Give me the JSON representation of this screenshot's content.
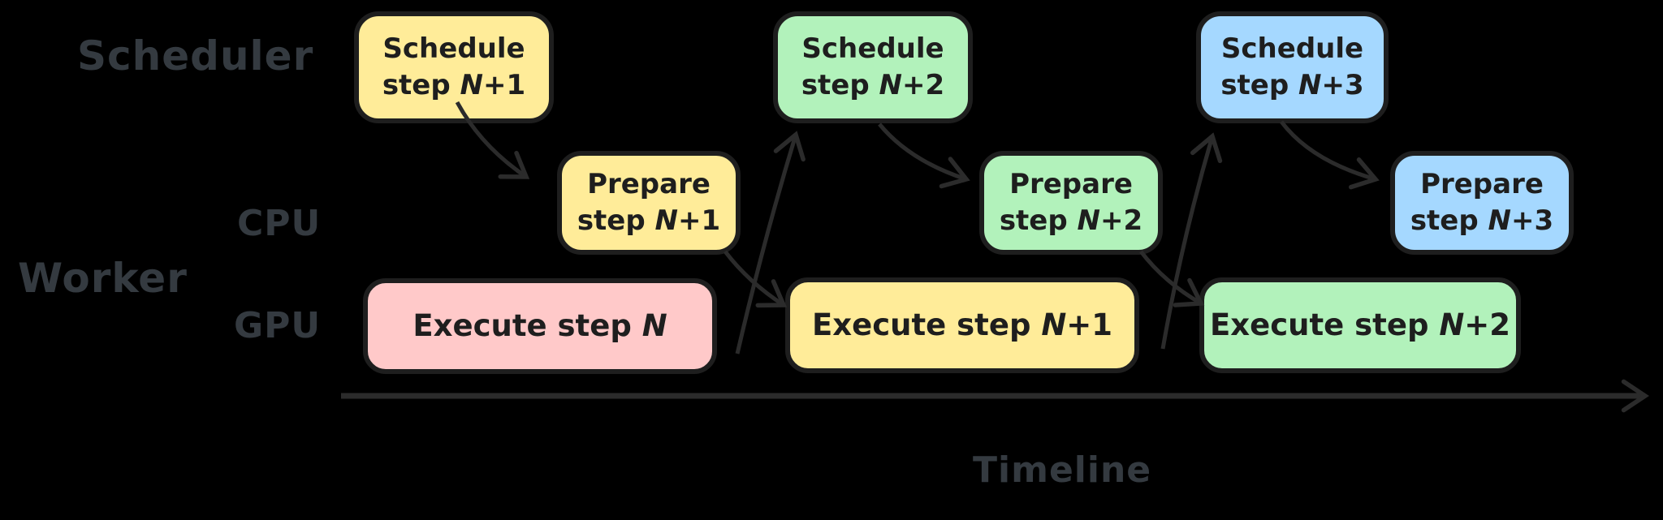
{
  "canvas": {
    "background": "#000000",
    "box_border_color": "#1e1e1e",
    "box_text_color": "#1e1e1e",
    "label_color": "#343a40",
    "arrow_color": "#2b2b2b"
  },
  "labels": {
    "scheduler": "Scheduler",
    "worker": "Worker",
    "cpu": "CPU",
    "gpu": "GPU",
    "timeline": "Timeline"
  },
  "boxes": {
    "schedule": [
      {
        "title": "Schedule",
        "step_prefix": "step ",
        "step_n": "N",
        "step_suffix": "+1",
        "fill": "#ffec99"
      },
      {
        "title": "Schedule",
        "step_prefix": "step ",
        "step_n": "N",
        "step_suffix": "+2",
        "fill": "#b2f2bb"
      },
      {
        "title": "Schedule",
        "step_prefix": "step ",
        "step_n": "N",
        "step_suffix": "+3",
        "fill": "#a5d8ff"
      }
    ],
    "prepare": [
      {
        "title": "Prepare",
        "step_prefix": "step ",
        "step_n": "N",
        "step_suffix": "+1",
        "fill": "#ffec99"
      },
      {
        "title": "Prepare",
        "step_prefix": "step ",
        "step_n": "N",
        "step_suffix": "+2",
        "fill": "#b2f2bb"
      },
      {
        "title": "Prepare",
        "step_prefix": "step ",
        "step_n": "N",
        "step_suffix": "+3",
        "fill": "#a5d8ff"
      }
    ],
    "execute": [
      {
        "prefix": "Execute step ",
        "step_n": "N",
        "step_suffix": "",
        "fill": "#ffc9c9"
      },
      {
        "prefix": "Execute step ",
        "step_n": "N",
        "step_suffix": "+1",
        "fill": "#ffec99"
      },
      {
        "prefix": "Execute step ",
        "step_n": "N",
        "step_suffix": "+2",
        "fill": "#b2f2bb"
      }
    ]
  }
}
